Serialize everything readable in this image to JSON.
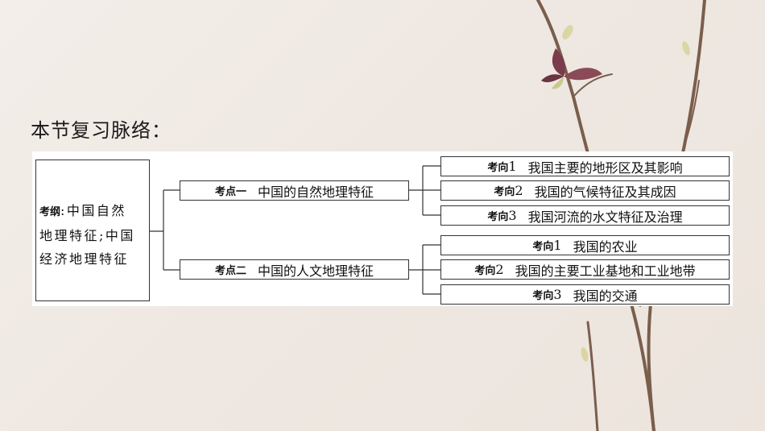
{
  "title": "本节复习脉络：",
  "outline": {
    "tag": "考纲",
    "text_line1": ":中国自然",
    "text_line2": "地理特征;中国",
    "text_line3": "经济地理特征"
  },
  "points": [
    {
      "tag": "考点一",
      "label": "中国的自然地理特征",
      "directions": [
        {
          "tag": "考向",
          "num": "1",
          "label": "我国主要的地形区及其影响"
        },
        {
          "tag": "考向",
          "num": "2",
          "label": "我国的气候特征及其成因"
        },
        {
          "tag": "考向",
          "num": "3",
          "label": "我国河流的水文特征及治理"
        }
      ]
    },
    {
      "tag": "考点二",
      "label": "中国的人文地理特征",
      "directions": [
        {
          "tag": "考向",
          "num": "1",
          "label": "我国的农业"
        },
        {
          "tag": "考向",
          "num": "2",
          "label": "我国的主要工业基地和工业地带"
        },
        {
          "tag": "考向",
          "num": "3",
          "label": "我国的交通"
        }
      ]
    }
  ],
  "colors": {
    "branch": "#6b5140",
    "petal": "#7a3c4a",
    "leaf": "#c9c98a"
  }
}
